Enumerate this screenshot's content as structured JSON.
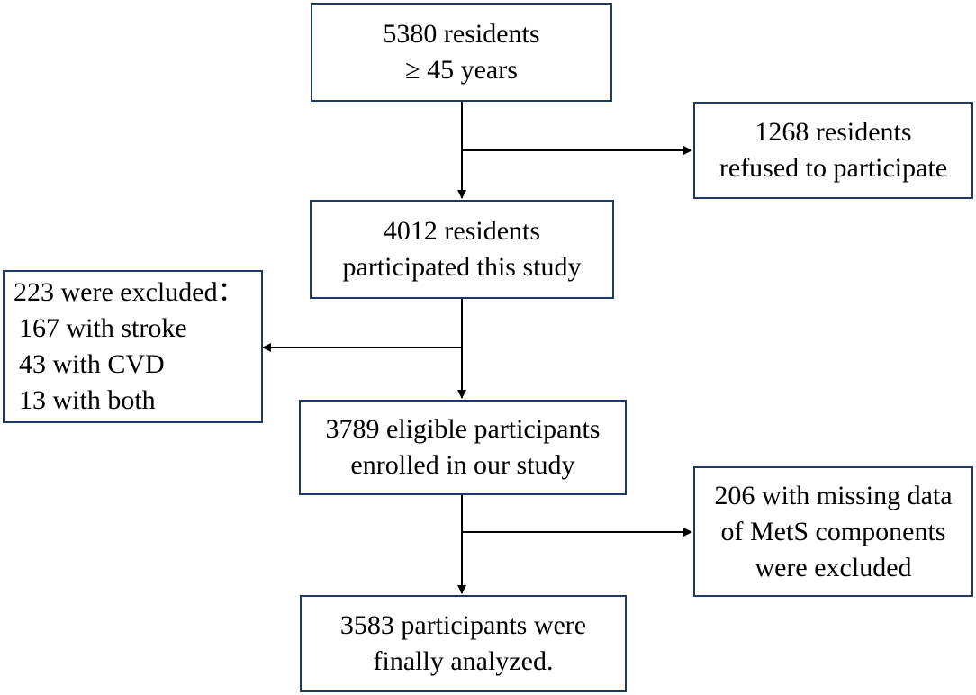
{
  "boxes": {
    "screened": {
      "lines": [
        "5380 residents",
        "≥ 45 years"
      ]
    },
    "refused": {
      "lines": [
        "1268 residents",
        "refused to participate"
      ]
    },
    "participated": {
      "lines": [
        "4012 residents",
        "participated this study"
      ]
    },
    "excluded_cvd": {
      "lines": [
        "223 were excluded：",
        "167 with stroke",
        "43 with CVD",
        "13 with both"
      ]
    },
    "enrolled": {
      "lines": [
        "3789 eligible participants",
        "enrolled in our study"
      ]
    },
    "missing_data": {
      "lines": [
        "206 with missing data",
        "of MetS components",
        "were excluded"
      ]
    },
    "analyzed": {
      "lines": [
        "3583 participants were",
        "finally analyzed."
      ]
    }
  },
  "colors": {
    "box_border": "#1f3864",
    "arrow": "#000000",
    "text": "#000000"
  }
}
